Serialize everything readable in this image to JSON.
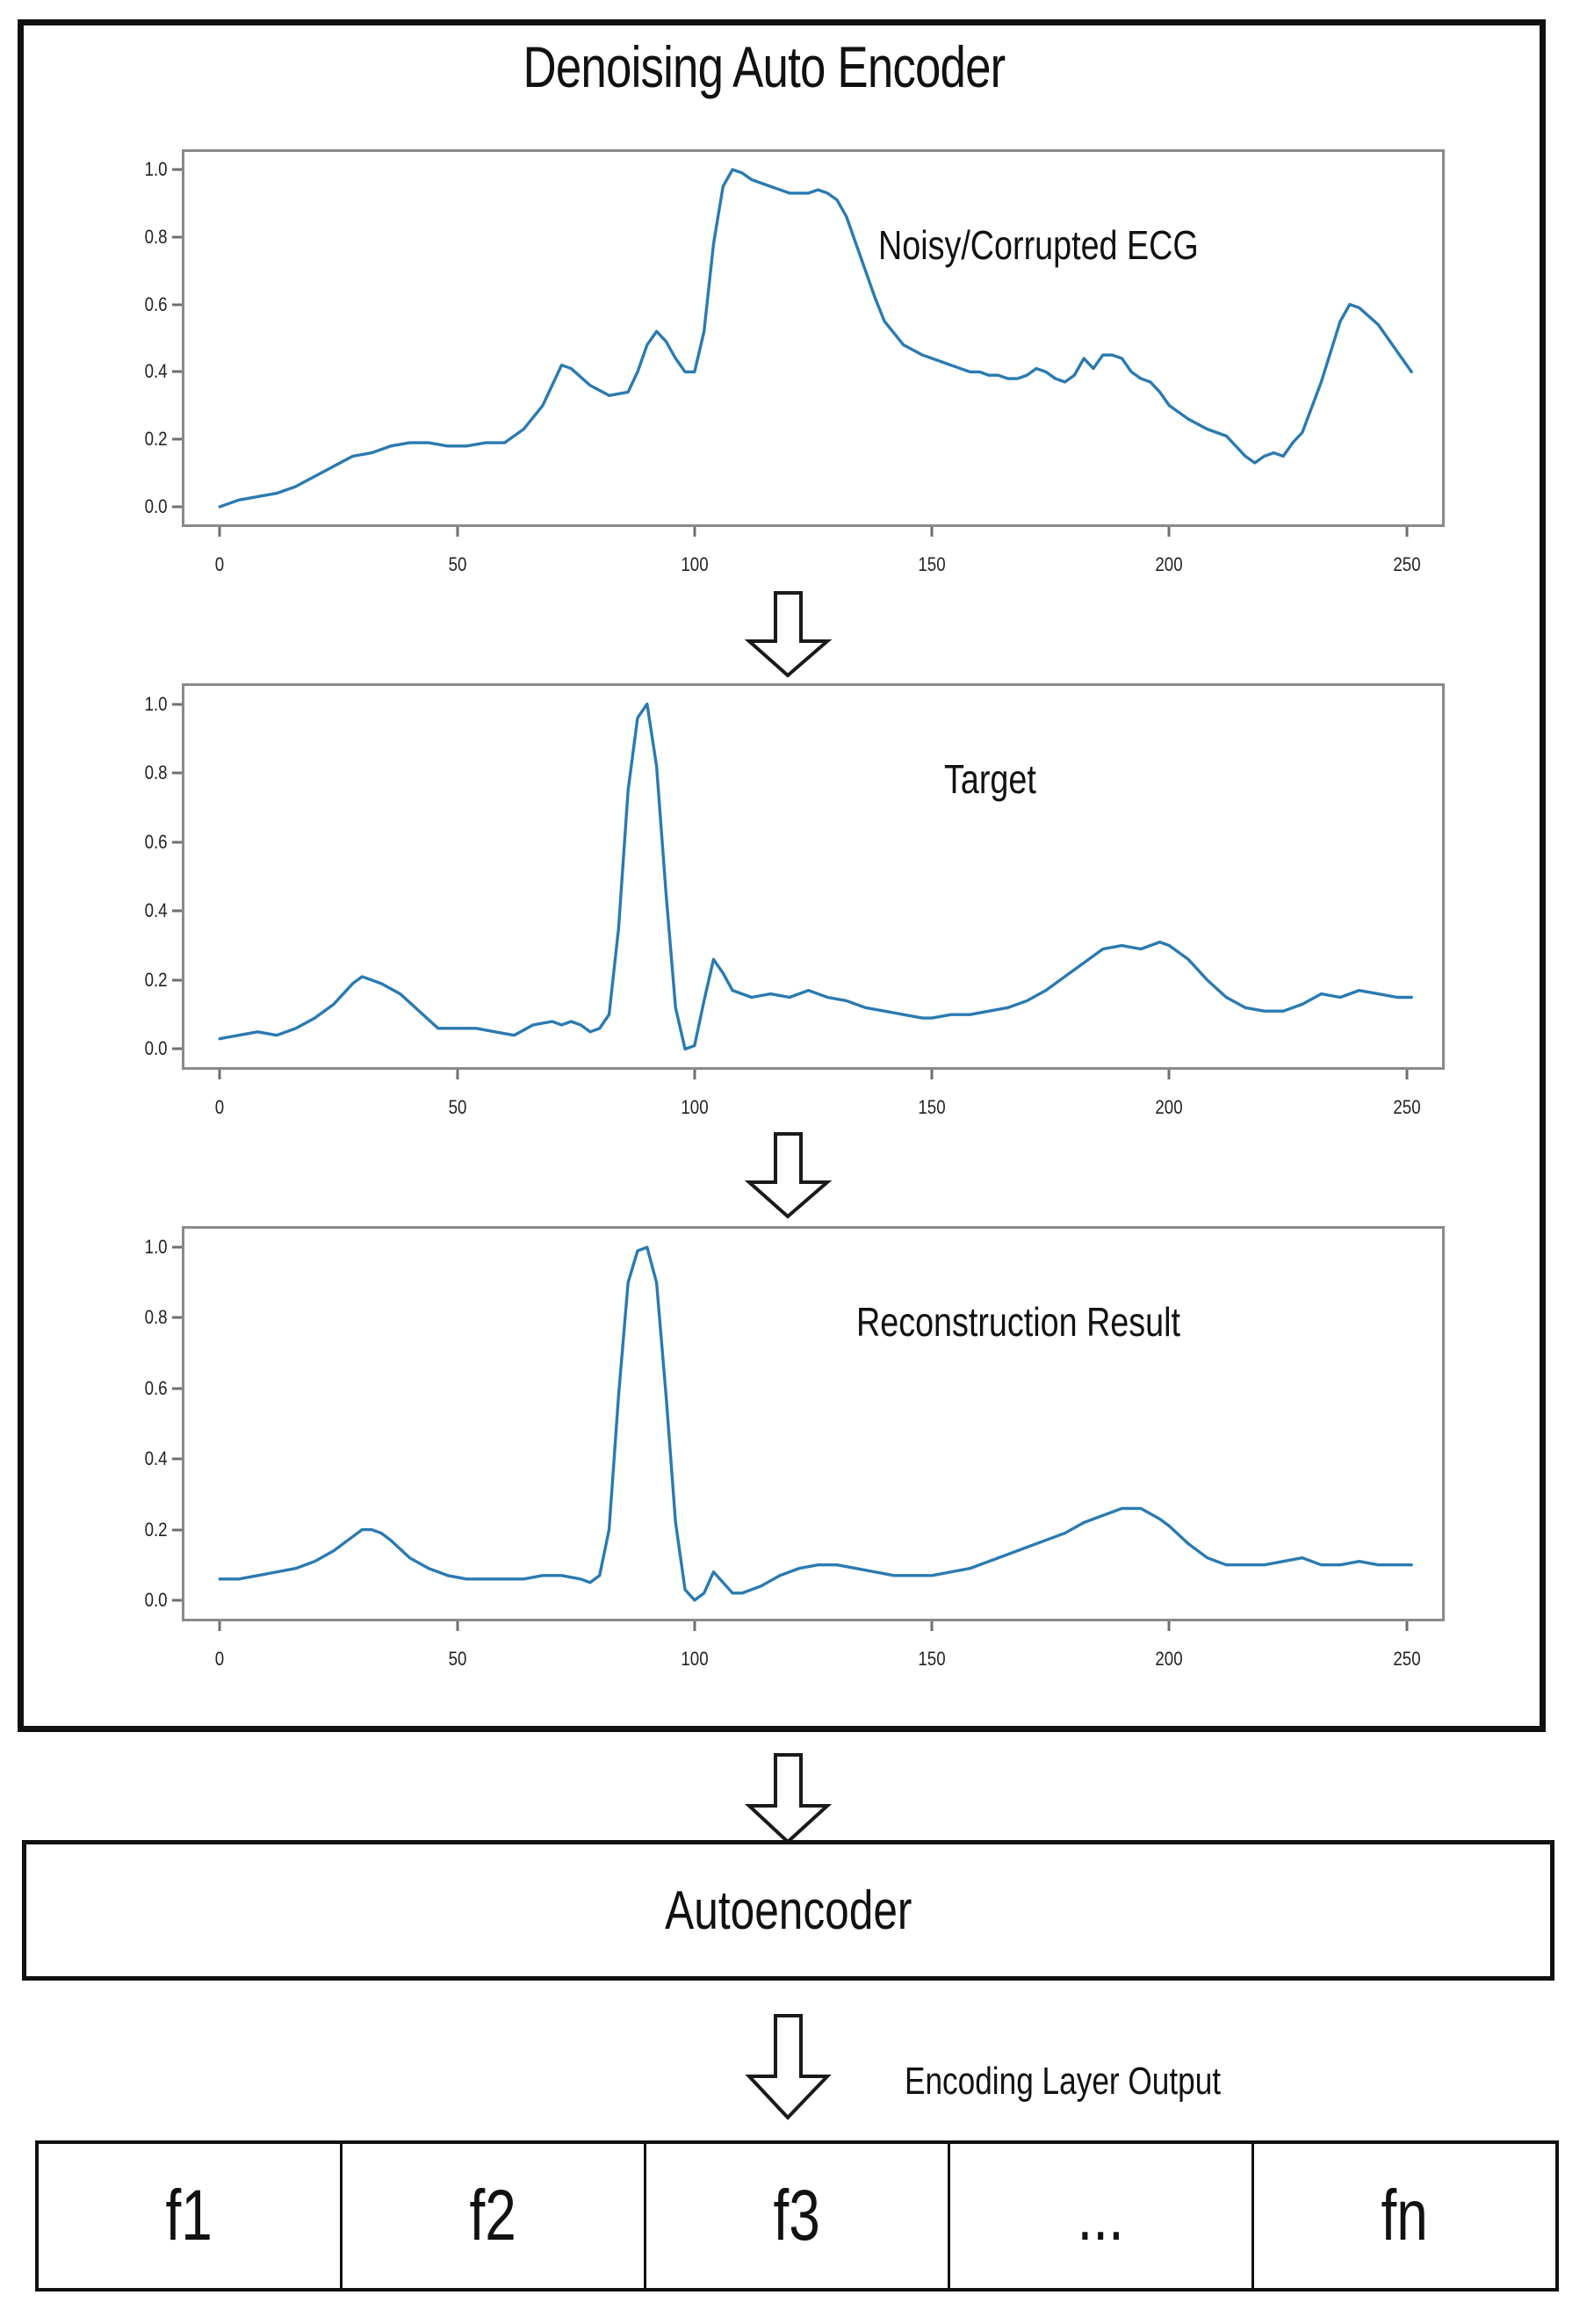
{
  "title": "Denoising Auto Encoder",
  "accent_color": "#2a7ab0",
  "frame_color": "#8a8a8a",
  "panels": [
    {
      "label": "Noisy/Corrupted ECG",
      "yticks": [
        "0.0",
        "0.2",
        "0.4",
        "0.6",
        "0.8",
        "1.0"
      ],
      "xticks": [
        "0",
        "50",
        "100",
        "150",
        "200",
        "250"
      ]
    },
    {
      "label": "Target",
      "yticks": [
        "0.0",
        "0.2",
        "0.4",
        "0.6",
        "0.8",
        "1.0"
      ],
      "xticks": [
        "0",
        "50",
        "100",
        "150",
        "200",
        "250"
      ]
    },
    {
      "label": "Reconstruction Result",
      "yticks": [
        "0.0",
        "0.2",
        "0.4",
        "0.6",
        "0.8",
        "1.0"
      ],
      "xticks": [
        "0",
        "50",
        "100",
        "150",
        "200",
        "250"
      ]
    }
  ],
  "autoencoder_label": "Autoencoder",
  "encoding_note": "Encoding Layer Output",
  "features": [
    "f1",
    "f2",
    "f3",
    "...",
    "fn"
  ],
  "chart_data": [
    {
      "type": "line",
      "title": "Noisy/Corrupted ECG",
      "xlabel": "",
      "ylabel": "",
      "xlim": [
        -8,
        258
      ],
      "ylim": [
        -0.06,
        1.06
      ],
      "xticks": [
        0,
        50,
        100,
        150,
        200,
        250
      ],
      "yticks": [
        0.0,
        0.2,
        0.4,
        0.6,
        0.8,
        1.0
      ],
      "grid": false,
      "legend": "none",
      "series": [
        {
          "name": "noisy_ecg",
          "color": "#2a7ab0",
          "x": [
            0,
            4,
            8,
            12,
            16,
            20,
            24,
            28,
            32,
            36,
            40,
            44,
            48,
            52,
            56,
            60,
            64,
            68,
            70,
            72,
            74,
            78,
            82,
            86,
            88,
            90,
            92,
            94,
            96,
            98,
            100,
            102,
            104,
            106,
            108,
            110,
            112,
            114,
            116,
            118,
            120,
            122,
            124,
            126,
            128,
            130,
            132,
            134,
            136,
            138,
            140,
            144,
            148,
            152,
            156,
            158,
            160,
            162,
            164,
            166,
            168,
            170,
            172,
            174,
            176,
            178,
            180,
            182,
            184,
            186,
            188,
            190,
            192,
            194,
            196,
            198,
            200,
            204,
            208,
            212,
            214,
            216,
            218,
            220,
            222,
            224,
            226,
            228,
            232,
            236,
            238,
            240,
            244,
            248,
            251
          ],
          "y": [
            0.0,
            0.02,
            0.03,
            0.04,
            0.06,
            0.09,
            0.12,
            0.15,
            0.16,
            0.18,
            0.19,
            0.19,
            0.18,
            0.18,
            0.19,
            0.19,
            0.23,
            0.3,
            0.36,
            0.42,
            0.41,
            0.36,
            0.33,
            0.34,
            0.4,
            0.48,
            0.52,
            0.49,
            0.44,
            0.4,
            0.4,
            0.52,
            0.78,
            0.95,
            1.0,
            0.99,
            0.97,
            0.96,
            0.95,
            0.94,
            0.93,
            0.93,
            0.93,
            0.94,
            0.93,
            0.91,
            0.86,
            0.78,
            0.7,
            0.62,
            0.55,
            0.48,
            0.45,
            0.43,
            0.41,
            0.4,
            0.4,
            0.39,
            0.39,
            0.38,
            0.38,
            0.39,
            0.41,
            0.4,
            0.38,
            0.37,
            0.39,
            0.44,
            0.41,
            0.45,
            0.45,
            0.44,
            0.4,
            0.38,
            0.37,
            0.34,
            0.3,
            0.26,
            0.23,
            0.21,
            0.18,
            0.15,
            0.13,
            0.15,
            0.16,
            0.15,
            0.19,
            0.22,
            0.37,
            0.55,
            0.6,
            0.59,
            0.54,
            0.46,
            0.4
          ]
        }
      ]
    },
    {
      "type": "line",
      "title": "Target",
      "xlabel": "",
      "ylabel": "",
      "xlim": [
        -8,
        258
      ],
      "ylim": [
        -0.06,
        1.06
      ],
      "xticks": [
        0,
        50,
        100,
        150,
        200,
        250
      ],
      "yticks": [
        0.0,
        0.2,
        0.4,
        0.6,
        0.8,
        1.0
      ],
      "grid": false,
      "legend": "none",
      "series": [
        {
          "name": "target_ecg",
          "color": "#2a7ab0",
          "x": [
            0,
            4,
            8,
            12,
            16,
            20,
            24,
            28,
            30,
            32,
            34,
            38,
            42,
            46,
            50,
            54,
            58,
            62,
            66,
            70,
            72,
            74,
            76,
            78,
            80,
            82,
            84,
            86,
            88,
            90,
            92,
            94,
            96,
            98,
            100,
            102,
            104,
            106,
            108,
            112,
            116,
            120,
            124,
            126,
            128,
            132,
            136,
            140,
            144,
            148,
            150,
            154,
            158,
            162,
            166,
            170,
            174,
            178,
            182,
            186,
            190,
            194,
            198,
            200,
            204,
            208,
            212,
            216,
            220,
            224,
            228,
            232,
            236,
            240,
            244,
            248,
            251
          ],
          "y": [
            0.03,
            0.04,
            0.05,
            0.04,
            0.06,
            0.09,
            0.13,
            0.19,
            0.21,
            0.2,
            0.19,
            0.16,
            0.11,
            0.06,
            0.06,
            0.06,
            0.05,
            0.04,
            0.07,
            0.08,
            0.07,
            0.08,
            0.07,
            0.05,
            0.06,
            0.1,
            0.35,
            0.75,
            0.96,
            1.0,
            0.82,
            0.45,
            0.12,
            0.0,
            0.01,
            0.14,
            0.26,
            0.22,
            0.17,
            0.15,
            0.16,
            0.15,
            0.17,
            0.16,
            0.15,
            0.14,
            0.12,
            0.11,
            0.1,
            0.09,
            0.09,
            0.1,
            0.1,
            0.11,
            0.12,
            0.14,
            0.17,
            0.21,
            0.25,
            0.29,
            0.3,
            0.29,
            0.31,
            0.3,
            0.26,
            0.2,
            0.15,
            0.12,
            0.11,
            0.11,
            0.13,
            0.16,
            0.15,
            0.17,
            0.16,
            0.15,
            0.15
          ]
        }
      ]
    },
    {
      "type": "line",
      "title": "Reconstruction Result",
      "xlabel": "",
      "ylabel": "",
      "xlim": [
        -8,
        258
      ],
      "ylim": [
        -0.06,
        1.06
      ],
      "xticks": [
        0,
        50,
        100,
        150,
        200,
        250
      ],
      "yticks": [
        0.0,
        0.2,
        0.4,
        0.6,
        0.8,
        1.0
      ],
      "grid": false,
      "legend": "none",
      "series": [
        {
          "name": "reconstruction_ecg",
          "color": "#2a7ab0",
          "x": [
            0,
            4,
            8,
            12,
            16,
            20,
            24,
            28,
            30,
            32,
            34,
            36,
            40,
            44,
            48,
            52,
            56,
            60,
            64,
            68,
            72,
            76,
            78,
            80,
            82,
            84,
            86,
            88,
            90,
            92,
            94,
            96,
            98,
            100,
            102,
            104,
            106,
            108,
            110,
            114,
            118,
            122,
            126,
            130,
            134,
            138,
            142,
            146,
            150,
            154,
            158,
            162,
            166,
            170,
            174,
            178,
            182,
            186,
            190,
            194,
            198,
            200,
            204,
            208,
            212,
            216,
            220,
            224,
            228,
            232,
            236,
            240,
            244,
            248,
            251
          ],
          "y": [
            0.06,
            0.06,
            0.07,
            0.08,
            0.09,
            0.11,
            0.14,
            0.18,
            0.2,
            0.2,
            0.19,
            0.17,
            0.12,
            0.09,
            0.07,
            0.06,
            0.06,
            0.06,
            0.06,
            0.07,
            0.07,
            0.06,
            0.05,
            0.07,
            0.2,
            0.58,
            0.9,
            0.99,
            1.0,
            0.9,
            0.58,
            0.22,
            0.03,
            0.0,
            0.02,
            0.08,
            0.05,
            0.02,
            0.02,
            0.04,
            0.07,
            0.09,
            0.1,
            0.1,
            0.09,
            0.08,
            0.07,
            0.07,
            0.07,
            0.08,
            0.09,
            0.11,
            0.13,
            0.15,
            0.17,
            0.19,
            0.22,
            0.24,
            0.26,
            0.26,
            0.23,
            0.21,
            0.16,
            0.12,
            0.1,
            0.1,
            0.1,
            0.11,
            0.12,
            0.1,
            0.1,
            0.11,
            0.1,
            0.1,
            0.1
          ]
        }
      ]
    }
  ]
}
